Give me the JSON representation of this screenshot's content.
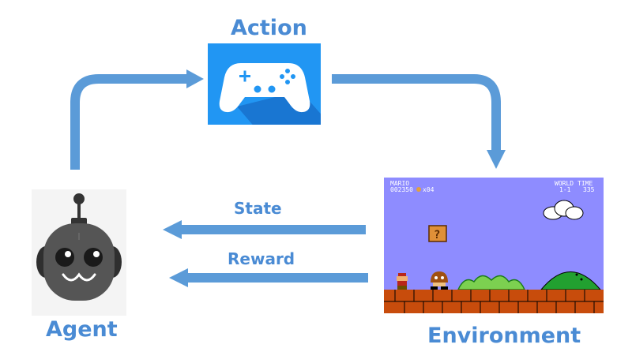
{
  "labels": {
    "action": "Action",
    "agent": "Agent",
    "environment": "Environment",
    "state": "State",
    "reward": "Reward"
  },
  "hud": {
    "player": "MARIO",
    "score": "002350",
    "coins": "x04",
    "world_label": "WORLD",
    "world_value": "1-1",
    "time_label": "TIME",
    "time_value": "335"
  },
  "colors": {
    "arrow": "#5b9bd8",
    "label": "#4a8bd4",
    "controller_tile": "#2196f3",
    "robot_body": "#555555",
    "sky": "#8e8cff",
    "ground": "#c84c0c"
  },
  "icons": {
    "action": "gamepad-icon",
    "agent": "robot-icon",
    "environment": "game-screen"
  }
}
